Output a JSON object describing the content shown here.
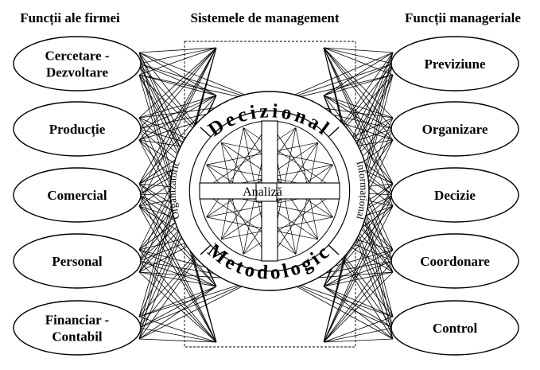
{
  "headers": {
    "left": "Funcții ale firmei",
    "middle": "Sistemele de management",
    "right": "Funcții manageriale"
  },
  "left_functions": [
    [
      "Cercetare -",
      "Dezvoltare"
    ],
    [
      "Producție"
    ],
    [
      "Comercial"
    ],
    [
      "Personal"
    ],
    [
      "Financiar -",
      "Contabil"
    ]
  ],
  "right_functions": [
    [
      "Previziune"
    ],
    [
      "Organizare"
    ],
    [
      "Decizie"
    ],
    [
      "Coordonare"
    ],
    [
      "Control"
    ]
  ],
  "subsystems": {
    "top": "Decizional",
    "bottom": "Metodologic",
    "left": "Organizatoric",
    "right": "Informațional",
    "center": "Analiză"
  }
}
